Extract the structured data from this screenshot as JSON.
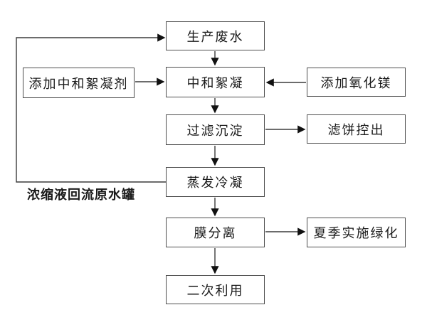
{
  "diagram": {
    "nodes": {
      "production_wastewater": "生产废水",
      "add_neutralizing_flocculant": "添加中和絮凝剂",
      "neutralization_flocculation": "中和絮凝",
      "add_magnesium_oxide": "添加氧化镁",
      "filtration_sedimentation": "过滤沉淀",
      "filter_cake_discharge": "滤饼控出",
      "evaporation_condensation": "蒸发冷凝",
      "membrane_separation": "膜分离",
      "summer_greening": "夏季实施绿化",
      "secondary_use": "二次利用"
    },
    "floating_label": "浓缩液回流原水罐",
    "colors": {
      "line": "#3c3c3c",
      "arrowhead": "#111111",
      "box_border": "#4e4e4e",
      "text": "#1a1a1a",
      "background": "#ffffff"
    }
  }
}
